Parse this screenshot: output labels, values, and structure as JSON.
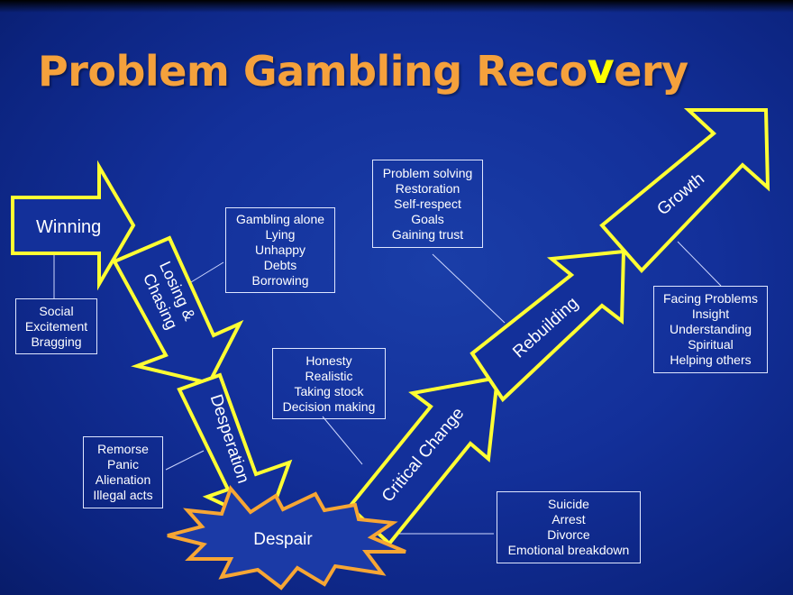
{
  "slide": {
    "title_part1": "Problem Gambling Reco",
    "title_highlight": "v",
    "title_part2": "ery"
  },
  "colors": {
    "title": "#f5a13c",
    "title_highlight": "#ffff00",
    "arrow_fill": "#13309a",
    "arrow_stroke": "#ffff33",
    "box_border": "#dfe6ff",
    "text": "#ffffff",
    "starburst_fill": "#1b3aa6",
    "starburst_stroke": "#f7a634"
  },
  "stages": [
    {
      "label": "Winning"
    },
    {
      "label_line1": "Losing &",
      "label_line2": "Chasing"
    },
    {
      "label": "Desperation"
    },
    {
      "label": "Despair"
    },
    {
      "label": "Critical Change"
    },
    {
      "label": "Rebuilding"
    },
    {
      "label": "Growth"
    }
  ],
  "notes": {
    "winning": [
      "Social",
      "Excitement",
      "Bragging"
    ],
    "losing": [
      "Gambling alone",
      "Lying",
      "Unhappy",
      "Debts",
      "Borrowing"
    ],
    "desperation": [
      "Remorse",
      "Panic",
      "Alienation",
      "Illegal acts"
    ],
    "despair": [
      "Suicide",
      "Arrest",
      "Divorce",
      "Emotional breakdown"
    ],
    "critical_change": [
      "Honesty",
      "Realistic",
      "Taking stock",
      "Decision making"
    ],
    "rebuilding": [
      "Problem solving",
      "Restoration",
      "Self-respect",
      "Goals",
      "Gaining trust"
    ],
    "growth": [
      "Facing Problems",
      "Insight",
      "Understanding",
      "Spiritual",
      "Helping others"
    ]
  }
}
